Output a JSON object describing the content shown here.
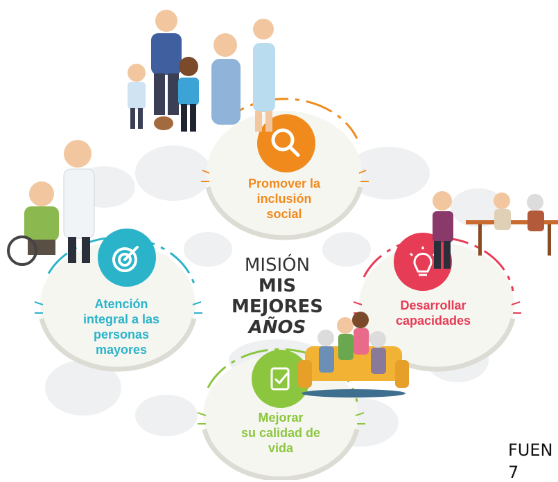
{
  "center": {
    "line1": "MISIÓN",
    "line2": "MIS",
    "line3": "MEJORES",
    "line4": "AÑOS"
  },
  "missions": [
    {
      "lines": [
        "Promover la",
        "inclusión",
        "social"
      ],
      "color": "#f08a1c",
      "icon": "magnifier-icon"
    },
    {
      "lines": [
        "Atención",
        "integral a las",
        "personas",
        "mayores"
      ],
      "color": "#2bb3c9",
      "icon": "target-icon"
    },
    {
      "lines": [
        "Desarrollar",
        "capacidades"
      ],
      "color": "#e63c55",
      "icon": "lightbulb-icon"
    },
    {
      "lines": [
        "Mejorar",
        "su calidad de",
        "vida"
      ],
      "color": "#8cc63f",
      "icon": "checklist-icon"
    }
  ],
  "footer": {
    "line1": "FUEN",
    "line2": "7"
  }
}
